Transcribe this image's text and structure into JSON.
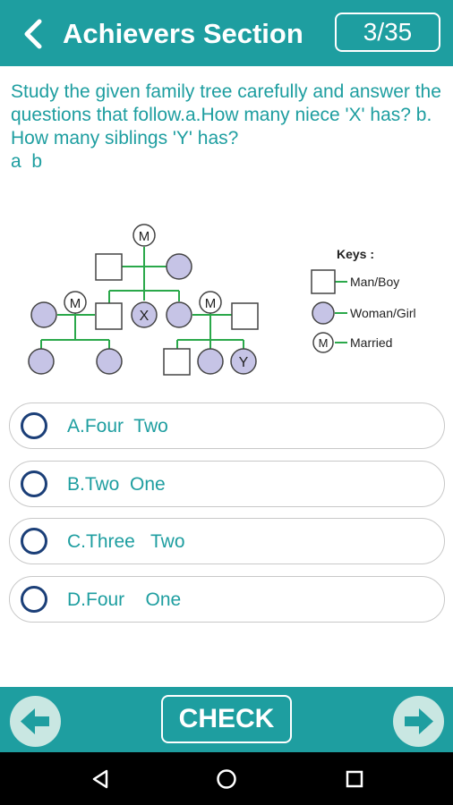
{
  "header": {
    "title": "Achievers Section",
    "counter": "3/35"
  },
  "question": {
    "text": "Study the given family tree carefully and answer the questions that follow.a.How many niece 'X' has? b. How many siblings 'Y' has?",
    "columns": "a  b"
  },
  "diagram": {
    "married_symbol": "M",
    "x_label": "X",
    "y_label": "Y",
    "keys_title": "Keys :",
    "key_man": "Man/Boy",
    "key_woman": "Woman/Girl",
    "key_married": "Married"
  },
  "options": [
    {
      "label": "A.Four  Two"
    },
    {
      "label": "B.Two  One"
    },
    {
      "label": "C.Three   Two"
    },
    {
      "label": "D.Four    One"
    }
  ],
  "footer": {
    "check_label": "CHECK"
  },
  "colors": {
    "teal": "#1e9ea0",
    "green_line": "#2aa84a",
    "circle_fill": "#c6c4e6",
    "radio": "#1b3f78",
    "nav_circle": "#c9e7e2"
  },
  "icons": {
    "back": "chevron-left-icon",
    "prev": "arrow-left-icon",
    "next": "arrow-right-icon"
  }
}
